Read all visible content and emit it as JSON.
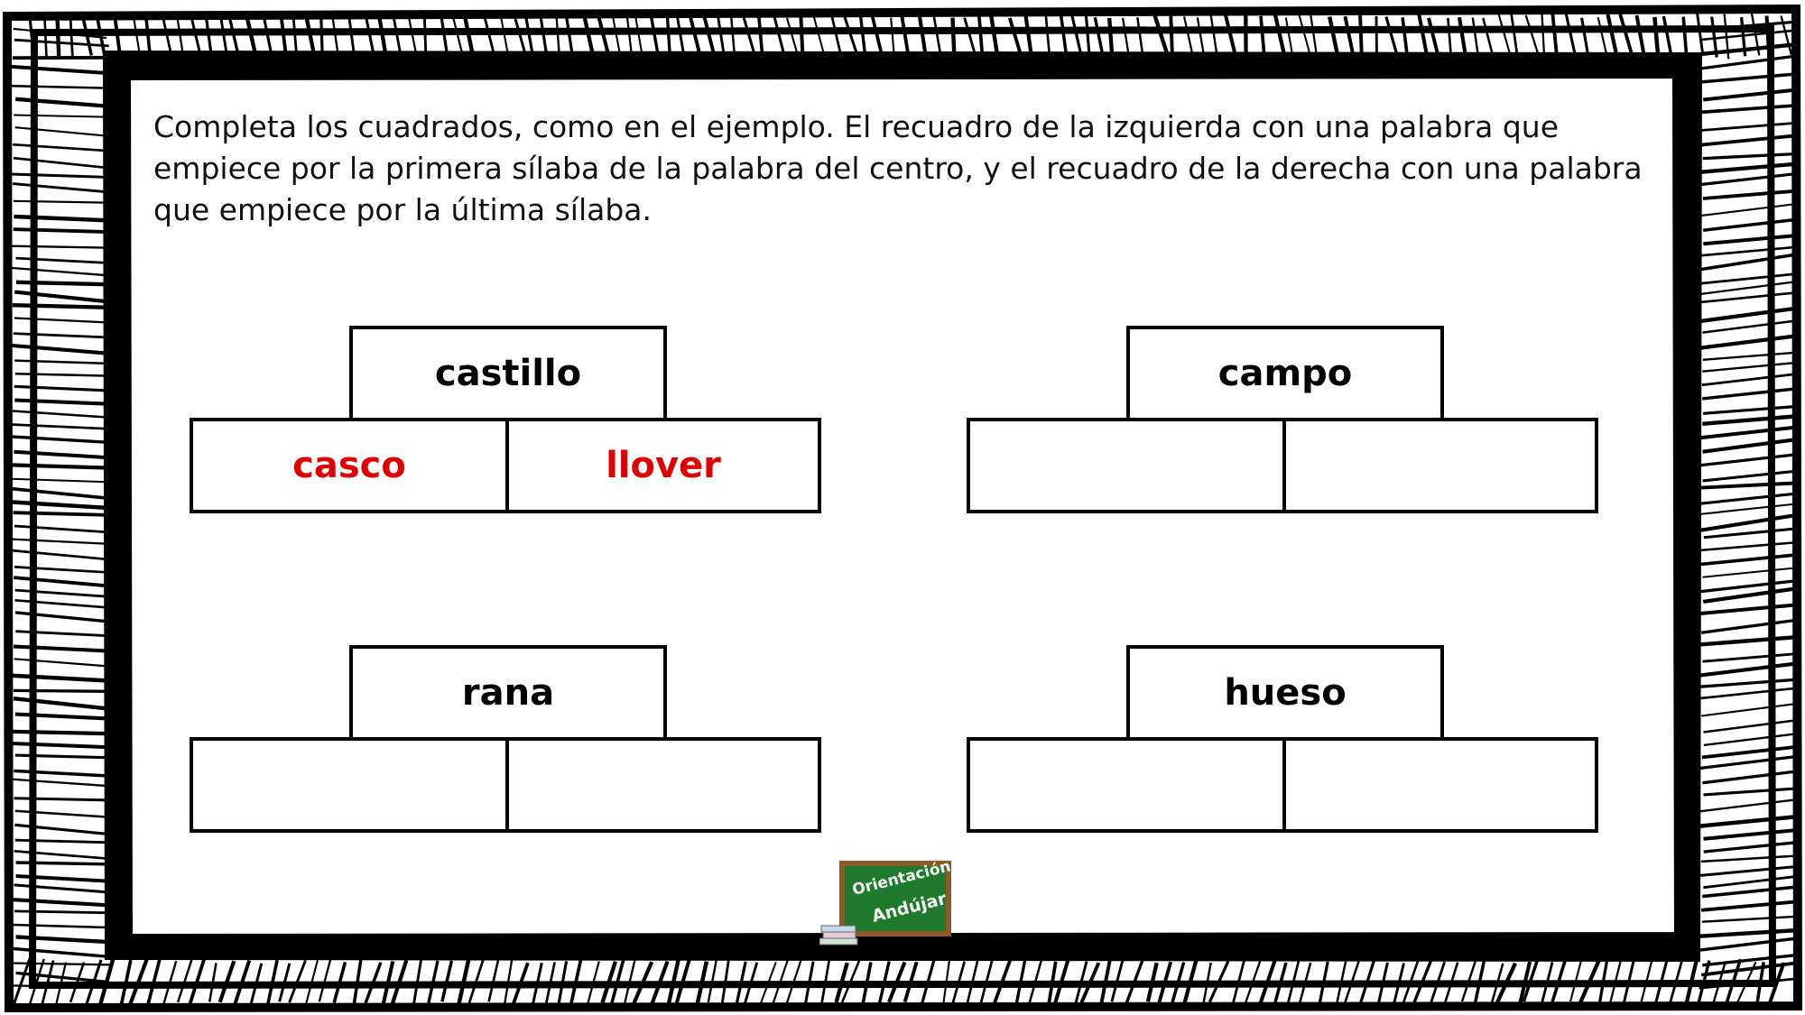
{
  "instructions": "Completa los cuadrados, como en el ejemplo. El recuadro de la izquierda con una palabra que empiece por la primera sílaba de la palabra del centro, y el recuadro de la derecha con una palabra que empiece por la última sílaba.",
  "puzzles": [
    {
      "center": "castillo",
      "left": "casco",
      "right": "llover"
    },
    {
      "center": "campo",
      "left": "",
      "right": ""
    },
    {
      "center": "rana",
      "left": "",
      "right": ""
    },
    {
      "center": "hueso",
      "left": "",
      "right": ""
    }
  ],
  "logo": {
    "line1": "Orientación",
    "line2": "Andújar"
  },
  "colors": {
    "answer": "#e00000",
    "board": "#1f7a2e",
    "board_frame": "#8a5a2b"
  }
}
